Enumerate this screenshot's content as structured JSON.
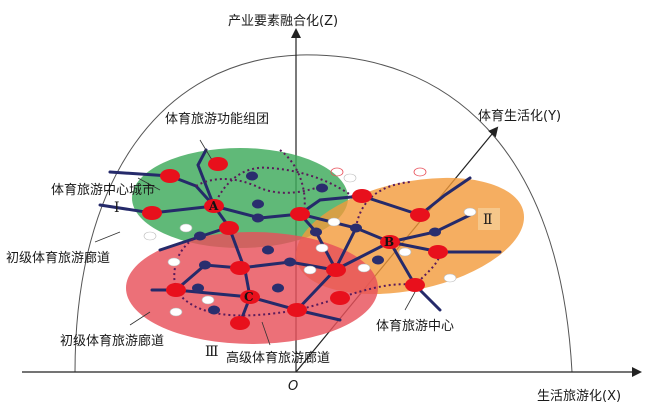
{
  "labels": {
    "z_axis": "产业要素融合化(Z)",
    "y_axis": "体育生活化(Y)",
    "x_axis": "生活旅游化(X)",
    "origin": "O",
    "function_cluster": "体育旅游功能组团",
    "center_city": "体育旅游中心城市",
    "primary_corridor_left": "初级体育旅游廊道",
    "primary_corridor_bottom": "初级体育旅游廊道",
    "advanced_corridor": "高级体育旅游廊道",
    "tourism_center": "体育旅游中心",
    "region_1": "Ⅰ",
    "region_2": "Ⅱ",
    "region_3": "Ⅲ",
    "node_a": "A",
    "node_b": "B",
    "node_c": "C"
  },
  "colors": {
    "green_region": "#3daa5a",
    "orange_region": "#f39a3a",
    "red_region": "#e8505a",
    "major_node": "#e8101c",
    "minor_node": "#2a2e6e",
    "white_node": "#ffffff",
    "road": "#252a6a",
    "corridor_dotted": "#5a1a5a",
    "axis": "#222222"
  }
}
